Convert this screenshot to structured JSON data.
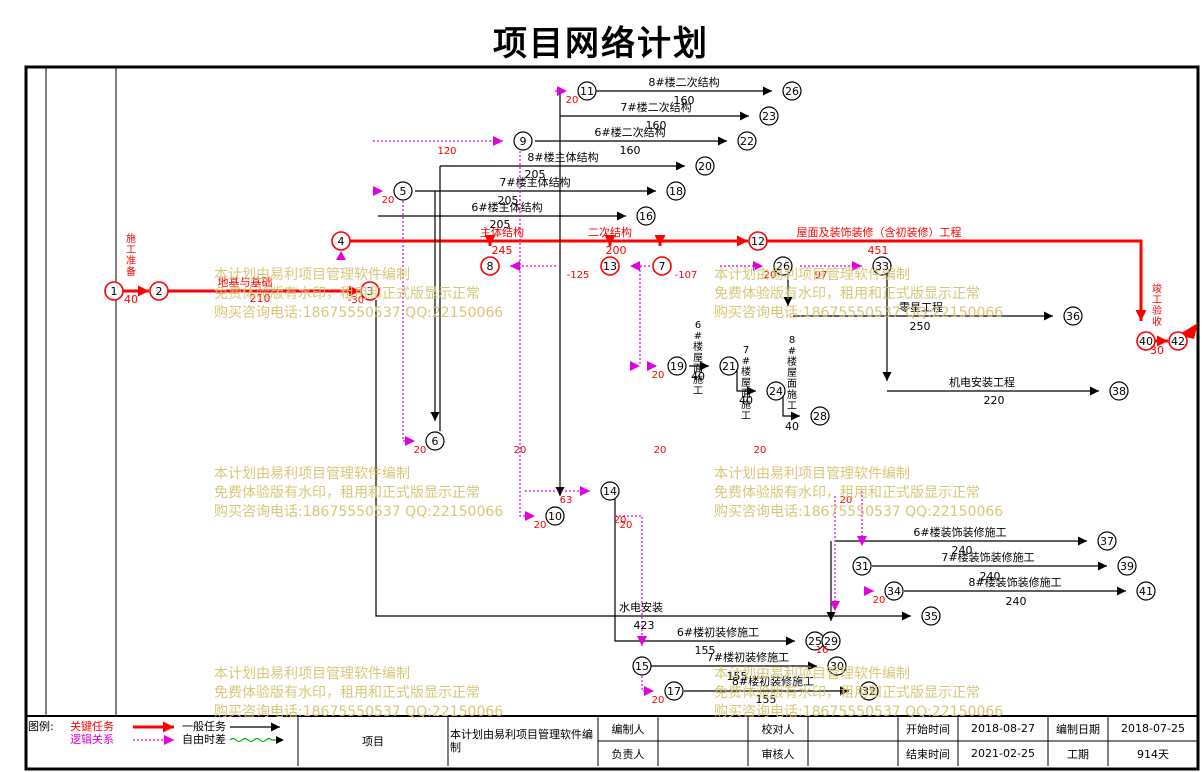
{
  "title": "项目网络计划",
  "watermark": {
    "line1": "本计划由易利项目管理软件编制",
    "line2": "免费体验版有水印，租用和正式版显示正常",
    "line3": "购买咨询电话:18675550537 QQ:22150066"
  },
  "colors": {
    "critical": "#ff0000",
    "normal": "#000000",
    "logic": "#e000e0",
    "float": "#00b000"
  },
  "nodes": [
    {
      "id": "1"
    },
    {
      "id": "2"
    },
    {
      "id": "3"
    },
    {
      "id": "4"
    },
    {
      "id": "5"
    },
    {
      "id": "6"
    },
    {
      "id": "7"
    },
    {
      "id": "8"
    },
    {
      "id": "9"
    },
    {
      "id": "10"
    },
    {
      "id": "11"
    },
    {
      "id": "12"
    },
    {
      "id": "13"
    },
    {
      "id": "14"
    },
    {
      "id": "15"
    },
    {
      "id": "16"
    },
    {
      "id": "17"
    },
    {
      "id": "18"
    },
    {
      "id": "19"
    },
    {
      "id": "20"
    },
    {
      "id": "21"
    },
    {
      "id": "22"
    },
    {
      "id": "23"
    },
    {
      "id": "24"
    },
    {
      "id": "25"
    },
    {
      "id": "26"
    },
    {
      "id": "26"
    },
    {
      "id": "28"
    },
    {
      "id": "29"
    },
    {
      "id": "30"
    },
    {
      "id": "31"
    },
    {
      "id": "32"
    },
    {
      "id": "33"
    },
    {
      "id": "34"
    },
    {
      "id": "35"
    },
    {
      "id": "36"
    },
    {
      "id": "37"
    },
    {
      "id": "38"
    },
    {
      "id": "39"
    },
    {
      "id": "40"
    },
    {
      "id": "41"
    },
    {
      "id": "42"
    }
  ],
  "tasks": [
    {
      "name": "施工准备",
      "duration": "40",
      "critical": true
    },
    {
      "name": "地基与基础",
      "duration": "210",
      "critical": true
    },
    {
      "name": "主体结构",
      "duration": "245",
      "critical": true
    },
    {
      "name": "二次结构",
      "duration": "200",
      "critical": true
    },
    {
      "name": "屋面及装饰装修（含初装修）工程",
      "duration": "451",
      "critical": true
    },
    {
      "name": "竣工验收",
      "duration": "30",
      "critical": true
    },
    {
      "name": "8#楼二次结构",
      "duration": "160",
      "critical": false
    },
    {
      "name": "7#楼二次结构",
      "duration": "160",
      "critical": false
    },
    {
      "name": "6#楼二次结构",
      "duration": "160",
      "critical": false
    },
    {
      "name": "8#楼主体结构",
      "duration": "205",
      "critical": false
    },
    {
      "name": "7#楼主体结构",
      "duration": "205",
      "critical": false
    },
    {
      "name": "6#楼主体结构",
      "duration": "205",
      "critical": false
    },
    {
      "name": "零星工程",
      "duration": "250",
      "critical": false
    },
    {
      "name": "机电安装工程",
      "duration": "220",
      "critical": false
    },
    {
      "name": "6#楼屋面施工",
      "duration": "40",
      "critical": false
    },
    {
      "name": "7#楼屋面施工",
      "duration": "40",
      "critical": false
    },
    {
      "name": "8#楼屋面施工",
      "duration": "40",
      "critical": false
    },
    {
      "name": "水电安装",
      "duration": "423",
      "critical": false
    },
    {
      "name": "6#楼初装修施工",
      "duration": "155",
      "critical": false
    },
    {
      "name": "7#楼初装修施工",
      "duration": "155",
      "critical": false
    },
    {
      "name": "8#楼初装修施工",
      "duration": "155",
      "critical": false
    },
    {
      "name": "6#楼装饰装修施工",
      "duration": "240",
      "critical": false
    },
    {
      "name": "7#楼装饰装修施工",
      "duration": "240",
      "critical": false
    },
    {
      "name": "8#楼装饰装修施工",
      "duration": "240",
      "critical": false
    }
  ],
  "float_labels": [
    "20",
    "20",
    "20",
    "20",
    "20",
    "20",
    "20",
    "20",
    "20",
    "20",
    "20",
    "20",
    "20",
    "20",
    "120",
    "-30",
    "-125",
    "-107",
    "97",
    "63",
    "16"
  ],
  "legend": {
    "label": "图例:",
    "critical": "关键任务",
    "logic": "逻辑关系",
    "normal": "一般任务",
    "free_float": "自由时差"
  },
  "footer": {
    "project_label": "项目",
    "project_value": "本计划由易利项目管理软件编制",
    "prepared_by_label": "编制人",
    "prepared_by_value": "",
    "manager_label": "负责人",
    "manager_value": "",
    "checked_by_label": "校对人",
    "checked_by_value": "",
    "reviewed_by_label": "审核人",
    "reviewed_by_value": "",
    "start_label": "开始时间",
    "start_value": "2018-08-27",
    "end_label": "结束时间",
    "end_value": "2021-02-25",
    "date_label": "编制日期",
    "date_value": "2018-07-25",
    "period_label": "工期",
    "period_value": "914天"
  }
}
